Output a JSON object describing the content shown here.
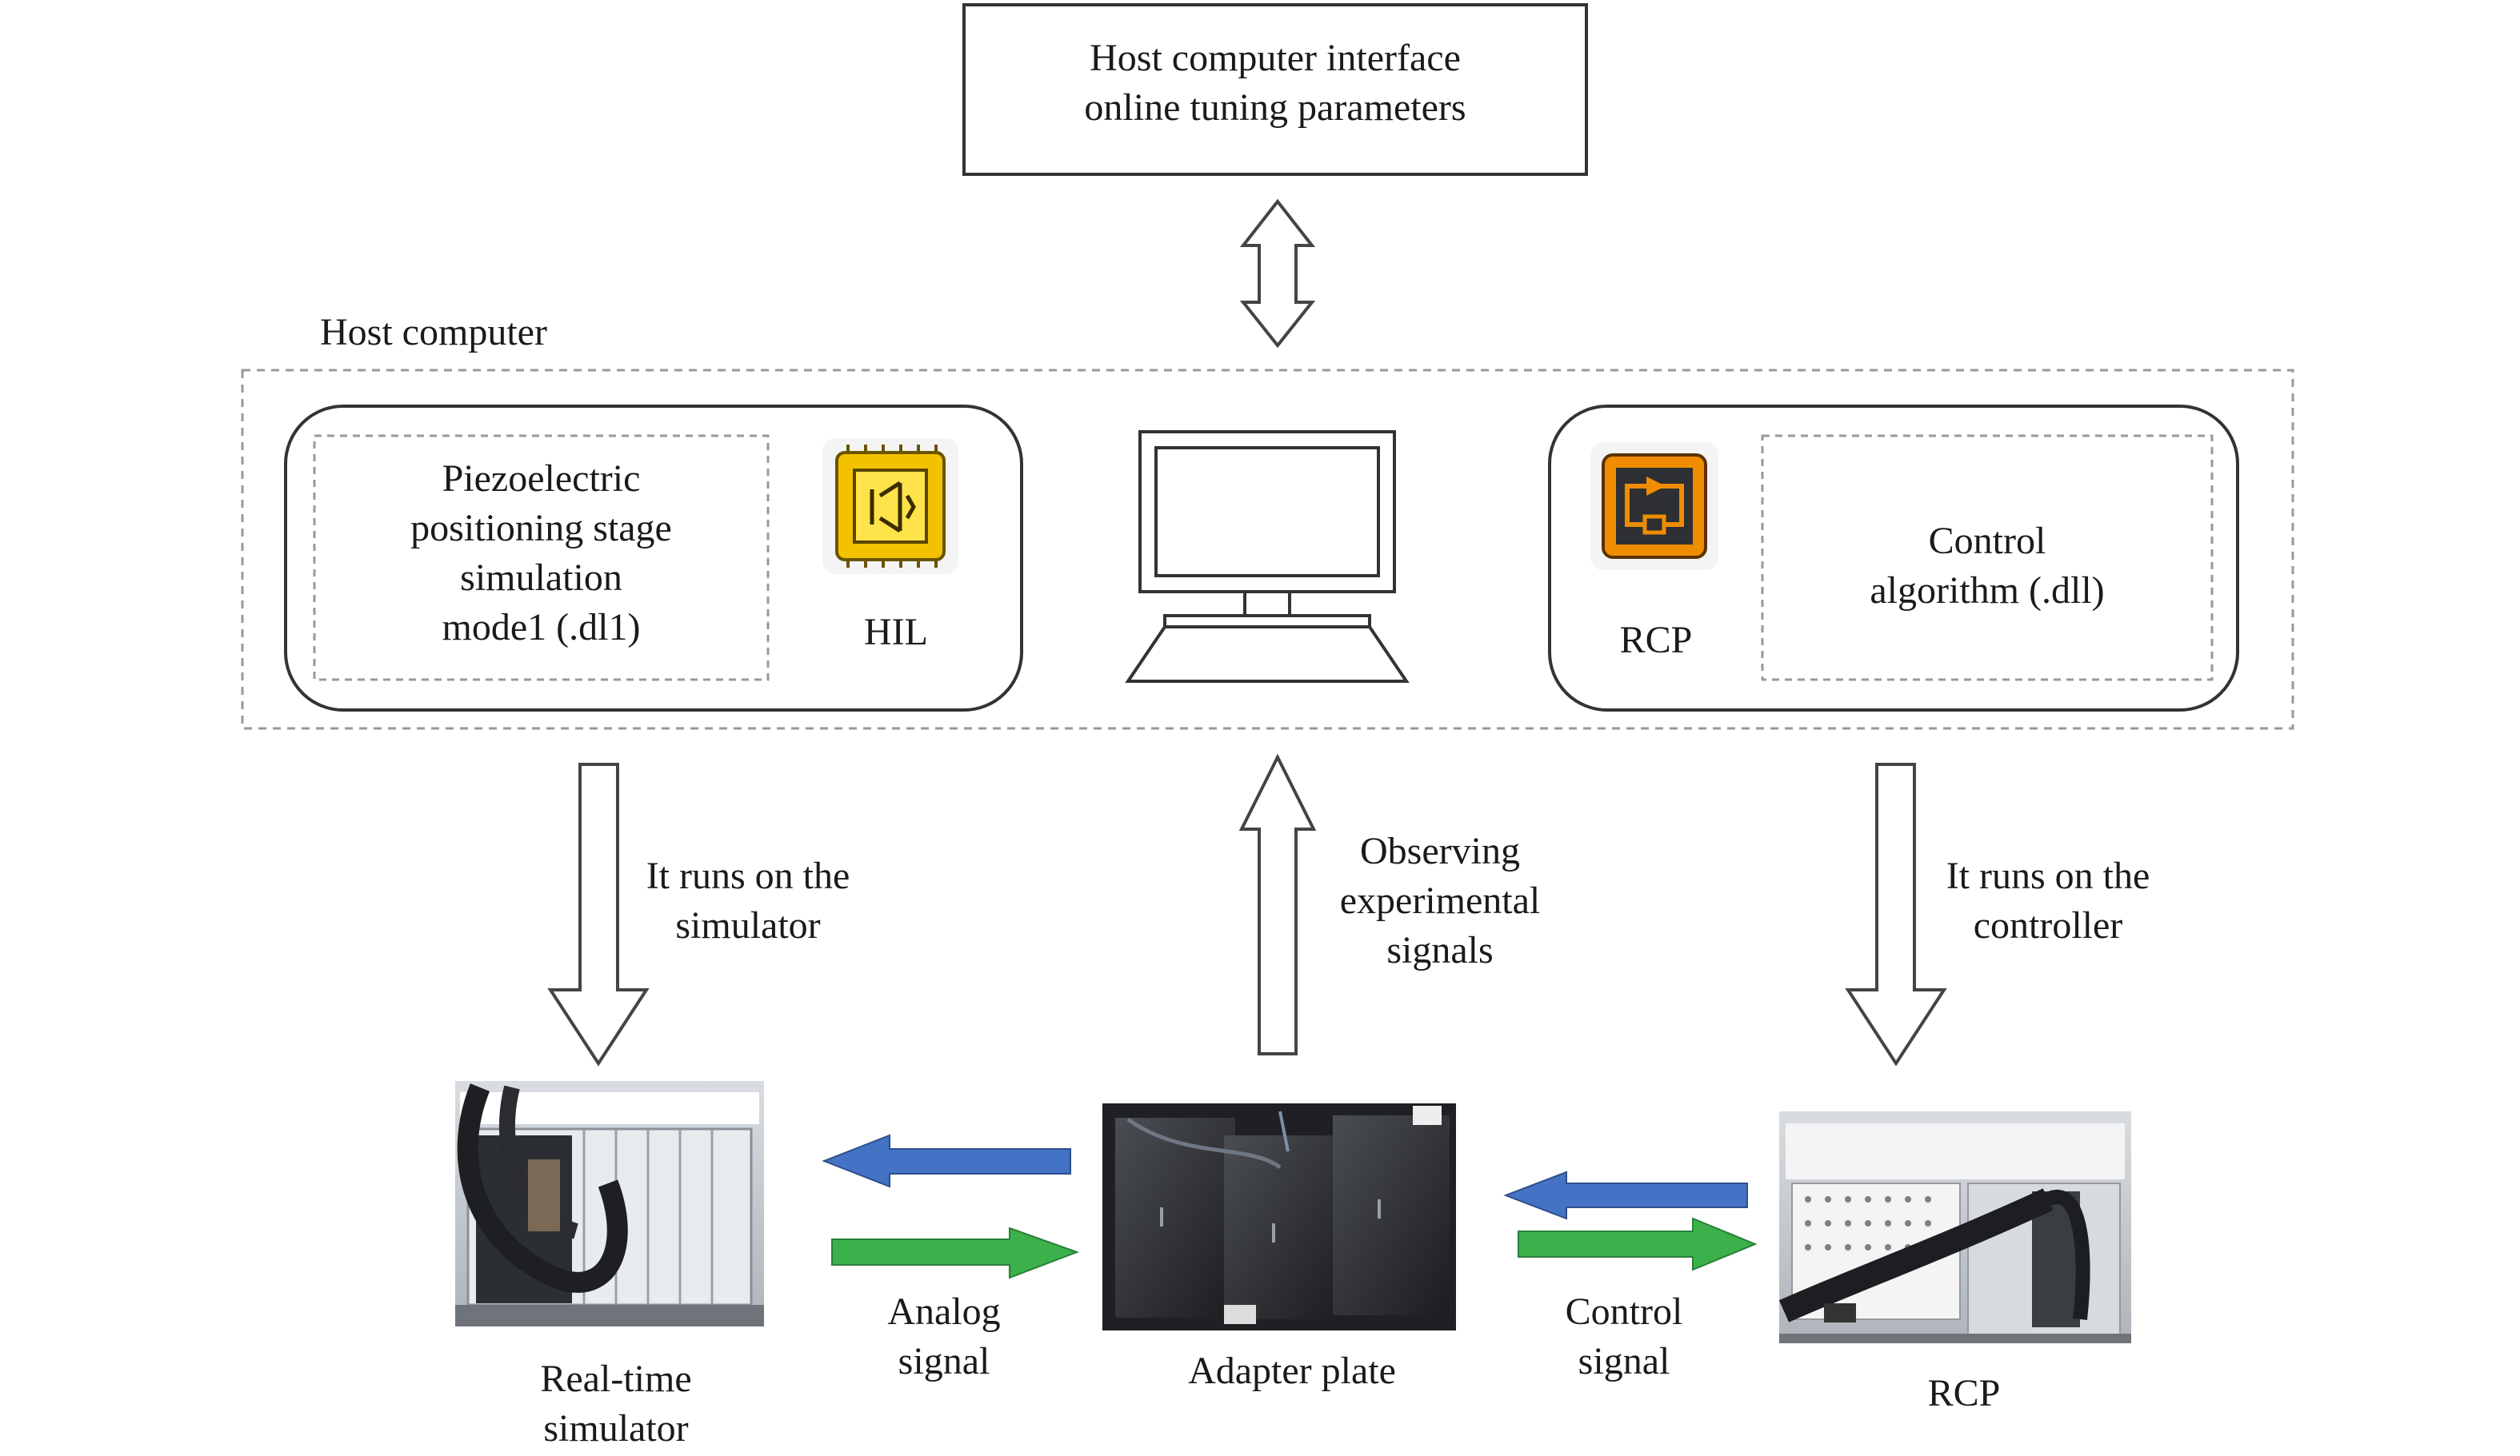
{
  "top_box": {
    "line1": "Host computer interface",
    "line2": "online tuning parameters"
  },
  "host_computer_label": "Host computer",
  "hil_panel": {
    "model_lines": [
      "Piezoelectric",
      "positioning stage",
      "simulation",
      "mode1 (.dl1)"
    ],
    "icon_label": "HIL"
  },
  "rcp_panel": {
    "icon_label": "RCP",
    "algorithm_lines": [
      "Control",
      "algorithm (.dll)"
    ]
  },
  "arrows": {
    "left_lines": [
      "It runs on the",
      "simulator"
    ],
    "center_lines": [
      "Observing",
      "experimental",
      "signals"
    ],
    "right_lines": [
      "It runs on the",
      "controller"
    ]
  },
  "hardware": {
    "simulator_lines": [
      "Real-time",
      "simulator"
    ],
    "adapter_label": "Adapter plate",
    "rcp_label": "RCP",
    "analog_lines": [
      "Analog",
      "signal"
    ],
    "control_lines": [
      "Control",
      "signal"
    ]
  },
  "colors": {
    "blue_arrow": "#4472c4",
    "green_arrow": "#3cb04a",
    "hil_icon": "#f2c200",
    "rcp_icon": "#f08c00"
  }
}
